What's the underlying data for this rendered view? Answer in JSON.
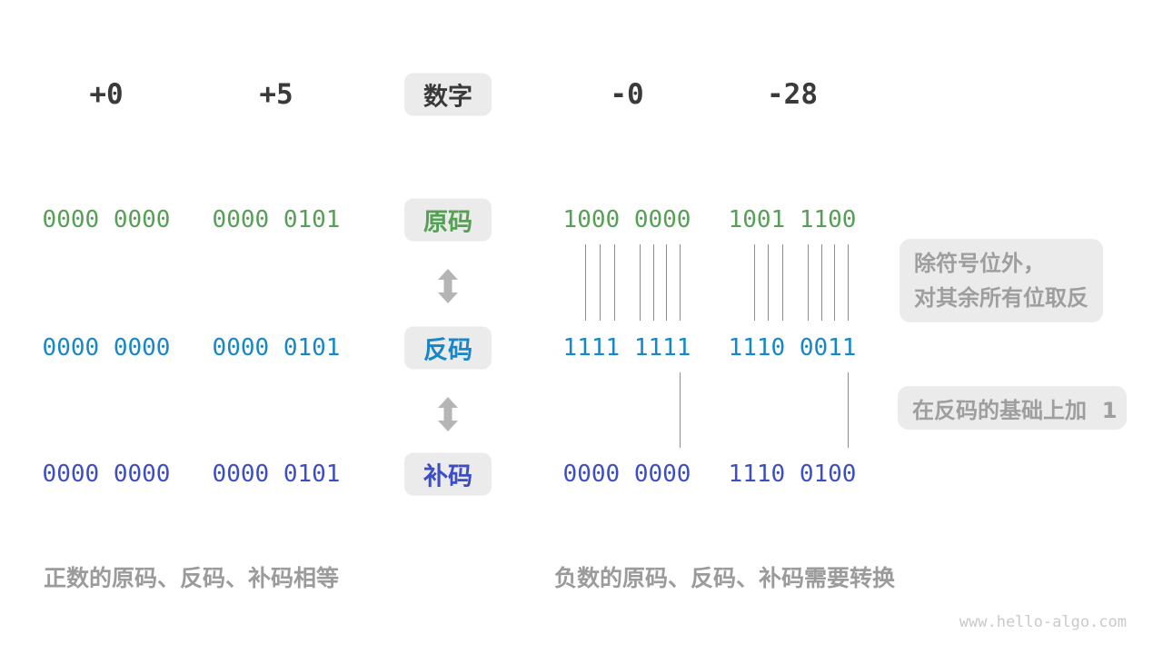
{
  "headers": {
    "pos0": "+0",
    "pos5": "+5",
    "number_label": "数字",
    "neg0": "-0",
    "neg28": "-28"
  },
  "rows": {
    "sign_magnitude": {
      "label": "原码",
      "color": "#55A055",
      "pos0": "0000 0000",
      "pos5": "0000 0101",
      "neg0": "1000 0000",
      "neg28": "1001 1100"
    },
    "ones_complement": {
      "label": "反码",
      "color": "#1787C8",
      "pos0": "0000 0000",
      "pos5": "0000 0101",
      "neg0": "1111 1111",
      "neg28": "1110 0011"
    },
    "twos_complement": {
      "label": "补码",
      "color": "#3D4EC5",
      "pos0": "0000 0000",
      "pos5": "0000 0101",
      "neg0": "0000 0000",
      "neg28": "1110 0100"
    }
  },
  "annotations": {
    "invert_bits": {
      "line1": "除符号位外，",
      "line2": "对其余所有位取反"
    },
    "add_one": {
      "text": "在反码的基础上加  1"
    }
  },
  "captions": {
    "positive": "正数的原码、反码、补码相等",
    "negative": "负数的原码、反码、补码需要转换"
  },
  "watermark": "www.hello-algo.com",
  "colors": {
    "sign_magnitude": "#55A055",
    "ones_complement": "#1787C8",
    "twos_complement": "#3D4EC5",
    "header_text": "#3A3A3A",
    "muted_text": "#9B9B9B",
    "chip_background": "#EBEBEB",
    "connector_line": "#8C8C8C",
    "arrow": "#B5B5B5",
    "watermark_text": "#C9C9C9"
  }
}
